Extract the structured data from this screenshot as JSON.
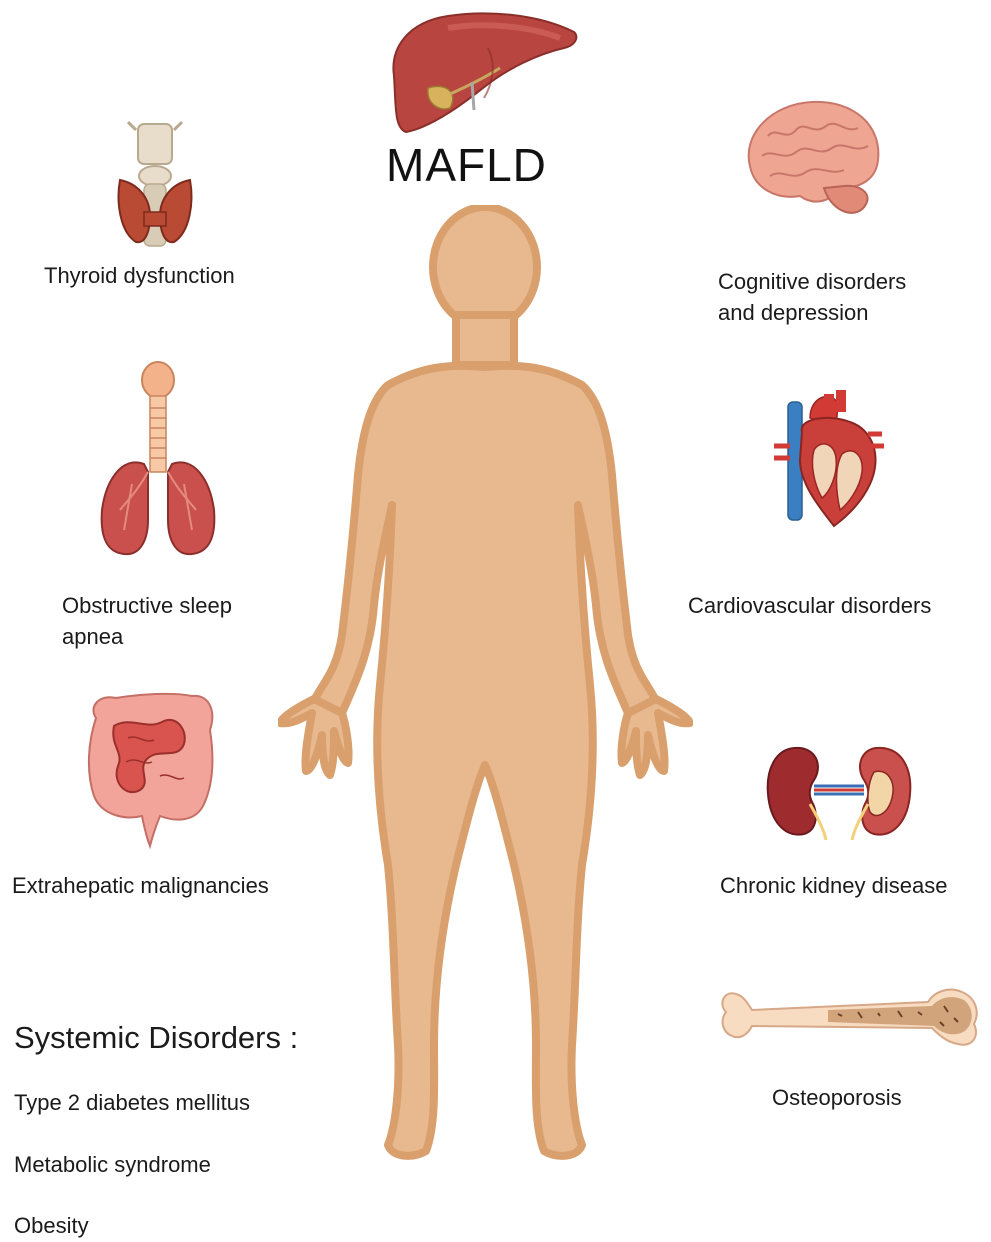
{
  "title": "MAFLD",
  "organs": {
    "thyroid": "Thyroid dysfunction",
    "brain": [
      "Cognitive disorders",
      "and depression"
    ],
    "lungs": [
      "Obstructive sleep",
      "apnea"
    ],
    "heart": "Cardiovascular disorders",
    "intestine": "Extrahepatic malignancies",
    "kidney": "Chronic kidney disease",
    "bone": "Osteoporosis"
  },
  "systemic": {
    "heading": "Systemic Disorders :",
    "items": [
      "Type 2 diabetes mellitus",
      "Metabolic syndrome",
      "Obesity"
    ]
  },
  "colors": {
    "skin": "#e8b98e",
    "skin_shadow": "#d9a06e",
    "liver": "#b8453f",
    "organ_red": "#c9504c",
    "brain_pink": "#eea692"
  }
}
